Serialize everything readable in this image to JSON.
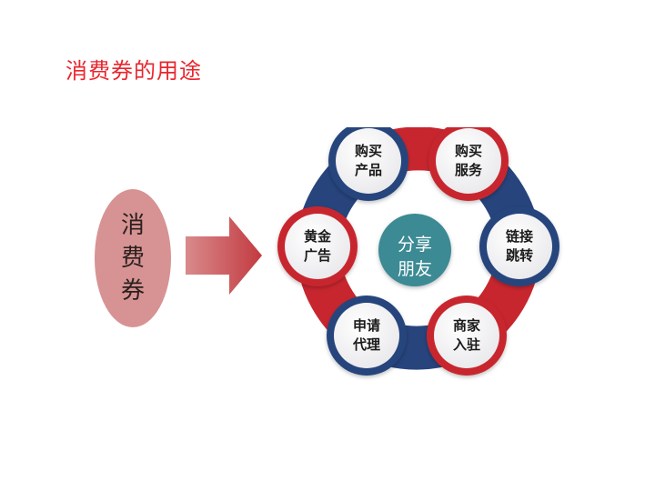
{
  "title": "消费券的用途",
  "source": {
    "chars": [
      "消",
      "费",
      "券"
    ]
  },
  "center": {
    "line1": "分享",
    "line2": "朋友"
  },
  "nodes": [
    {
      "line1": "购买",
      "line2": "产品"
    },
    {
      "line1": "购买",
      "line2": "服务"
    },
    {
      "line1": "链接",
      "line2": "跳转"
    },
    {
      "line1": "商家",
      "line2": "入驻"
    },
    {
      "line1": "申请",
      "line2": "代理"
    },
    {
      "line1": "黄金",
      "line2": "广告"
    }
  ],
  "colors": {
    "title": "#e8262d",
    "oval": "#d79393",
    "arrow": "#c9474b",
    "ring_red": "#c8262f",
    "ring_navy": "#27447d",
    "center": "#3b8a94"
  }
}
